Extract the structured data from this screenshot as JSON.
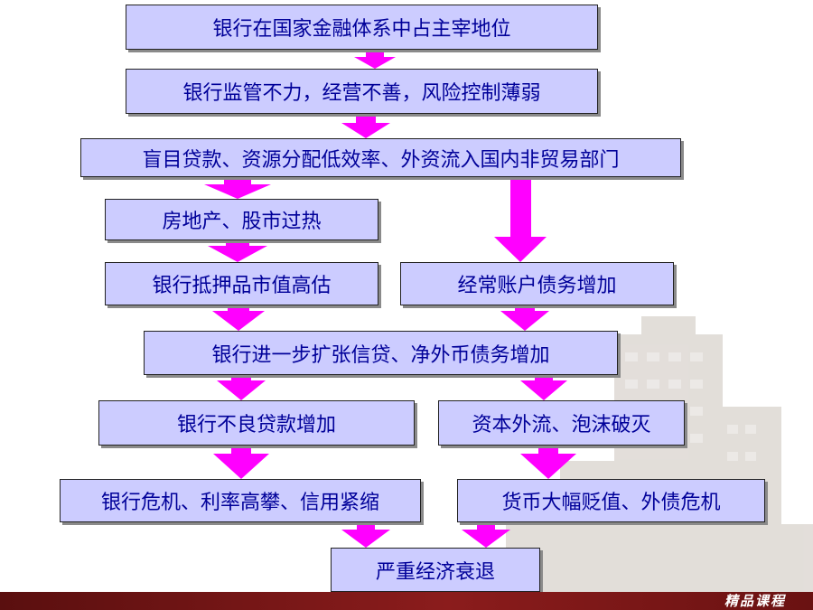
{
  "colors": {
    "box_fill": "#ccccff",
    "box_text": "#000099",
    "arrow": "#ff00ff",
    "footer": "#8b1c1c"
  },
  "nodes": {
    "n1": "银行在国家金融体系中占主宰地位",
    "n2": "银行监管不力，经营不善，风险控制薄弱",
    "n3": "盲目贷款、资源分配低效率、外资流入国内非贸易部门",
    "n4": "房地产、股市过热",
    "n5": "银行抵押品市值高估",
    "n6": "经常账户债务增加",
    "n7": "银行进一步扩张信贷、净外币债务增加",
    "n8": "银行不良贷款增加",
    "n9": "资本外流、泡沫破灭",
    "n10": "银行危机、利率高攀、信用紧缩",
    "n11": "货币大幅贬值、外债危机",
    "n12": "严重经济衰退"
  },
  "footer": {
    "label": "精品课程"
  }
}
